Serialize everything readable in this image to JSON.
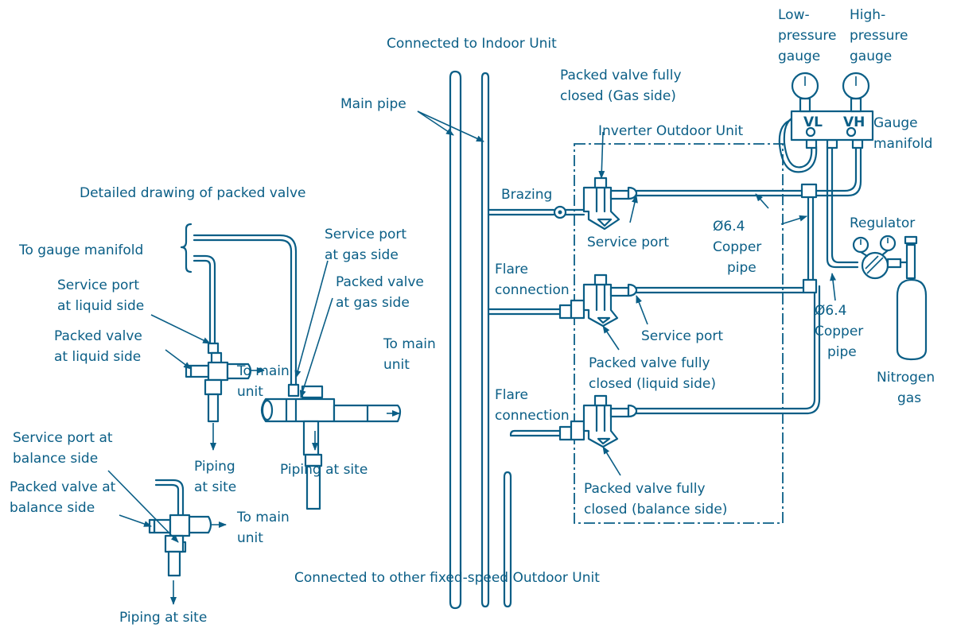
{
  "colors": {
    "line": "#0a5e86",
    "background": "#ffffff"
  },
  "labels": {
    "indoor": "Connected to Indoor Unit",
    "other": "Connected to other fixed-speed Outdoor Unit",
    "main_pipe": "Main pipe",
    "detail_title": "Detailed drawing of packed valve",
    "to_gauge_manifold": "To gauge manifold",
    "sp_gas": [
      "Service port",
      "at gas side"
    ],
    "pv_gas": [
      "Packed valve",
      "at gas side"
    ],
    "sp_liquid": [
      "Service port",
      "at liquid side"
    ],
    "pv_liquid": [
      "Packed valve",
      "at liquid side"
    ],
    "to_main_unit_gas": [
      "To main",
      "unit"
    ],
    "to_main_unit_liquid": [
      "To main",
      "unit"
    ],
    "piping_liquid": [
      "Piping",
      "at site"
    ],
    "piping_gas": "Piping at site",
    "sp_balance": [
      "Service port at",
      "balance side"
    ],
    "pv_balance": [
      "Packed valve at",
      "balance side"
    ],
    "to_main_unit_balance": [
      "To main",
      "unit"
    ],
    "piping_balance": "Piping at site",
    "brazing": "Brazing",
    "flare1": [
      "Flare",
      "connection"
    ],
    "flare2": [
      "Flare",
      "connection"
    ],
    "pv_closed_gas": [
      "Packed valve fully",
      "closed (Gas side)"
    ],
    "inverter_unit": "Inverter Outdoor Unit",
    "service_port_1": "Service port",
    "service_port_2": "Service port",
    "pv_closed_liquid": [
      "Packed valve fully",
      "closed (liquid side)"
    ],
    "pv_closed_balance": [
      "Packed valve fully",
      "closed (balance side)"
    ],
    "copper1": [
      "Ø6.4",
      "Copper",
      "pipe"
    ],
    "copper2": [
      "Ø6.4",
      "Copper",
      "pipe"
    ],
    "low_gauge": [
      "Low-",
      "pressure",
      "gauge"
    ],
    "high_gauge": [
      "High-",
      "pressure",
      "gauge"
    ],
    "gauge_manifold": [
      "Gauge",
      "manifold"
    ],
    "vl": "VL",
    "vh": "VH",
    "regulator": "Regulator",
    "nitrogen": [
      "Nitrogen",
      "gas"
    ]
  }
}
